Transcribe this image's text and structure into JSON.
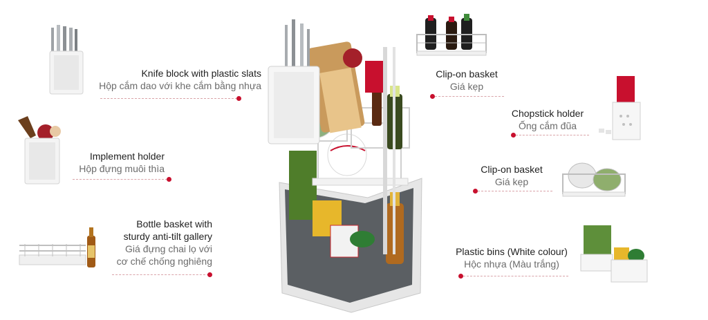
{
  "accent_color": "#c8102e",
  "labels": {
    "knife_block": {
      "en": "Knife block with plastic slats",
      "vi": "Hộp cắm dao với khe cắm bằng nhựa"
    },
    "implement_holder": {
      "en": "Implement holder",
      "vi": "Hộp đựng muôi thìa"
    },
    "bottle_basket": {
      "en_line1": "Bottle basket with",
      "en_line2": "sturdy anti-tilt gallery",
      "vi_line1": "Giá đựng chai lọ với",
      "vi_line2": "cơ chế chống nghiêng"
    },
    "clip_on_basket_top": {
      "en": "Clip-on basket",
      "vi": "Giá kẹp"
    },
    "chopstick_holder": {
      "en": "Chopstick holder",
      "vi": "Ống cắm đũa"
    },
    "clip_on_basket_mid": {
      "en": "Clip-on basket",
      "vi": "Giá kẹp"
    },
    "plastic_bins": {
      "en": "Plastic bins (White colour)",
      "vi": "Hộc nhựa (Màu trắng)"
    }
  }
}
